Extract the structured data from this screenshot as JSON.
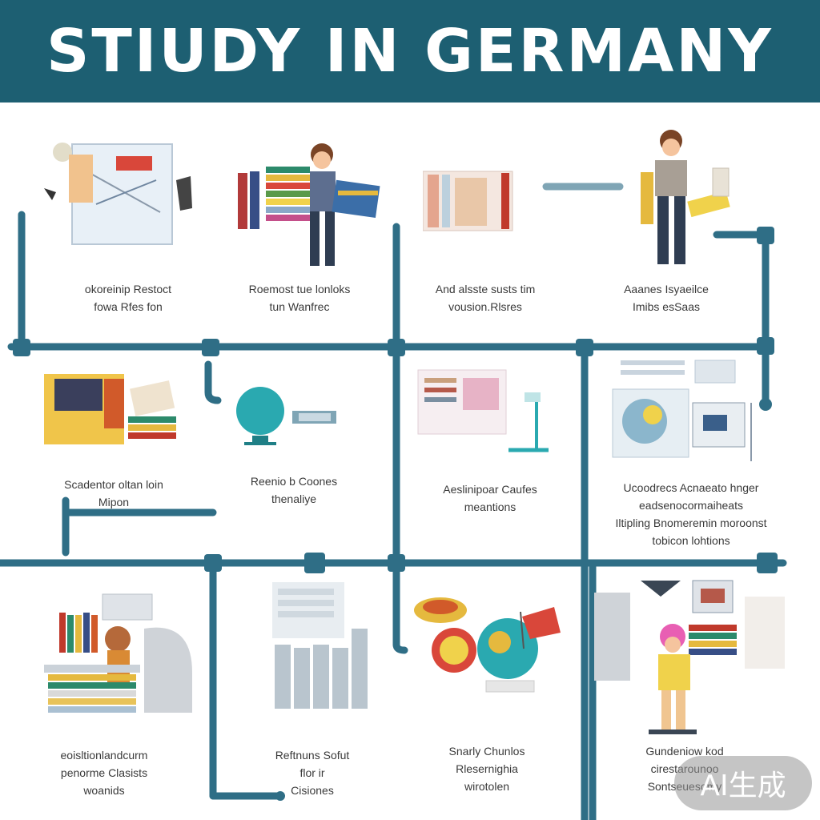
{
  "title": "STIUDY IN GERMANY",
  "captions": [
    {
      "id": "c1",
      "lines": [
        "okoreinip Restoct",
        "fowa Rfes fon"
      ]
    },
    {
      "id": "c2",
      "lines": [
        "Roemost tue lonloks",
        "tun Wanfrec"
      ]
    },
    {
      "id": "c3",
      "lines": [
        "And alsste susts tim",
        "vousion.Rlsres"
      ]
    },
    {
      "id": "c4",
      "lines": [
        "Aaanes Isyaeilce",
        "Imibs esSaas"
      ]
    },
    {
      "id": "c5",
      "lines": [
        "Scadentor oltan loin",
        "Mipon"
      ]
    },
    {
      "id": "c6",
      "lines": [
        "Reenio b Coones",
        "thenaliye"
      ]
    },
    {
      "id": "c7",
      "lines": [
        "Aeslinipoar Caufes",
        "meantions"
      ]
    },
    {
      "id": "c8",
      "lines": [
        "Ucoodrecs Acnaeato hnger",
        "eadsenocormaiheats",
        "Iltipling Bnomeremin moroonst",
        "tobicon lohtions"
      ]
    },
    {
      "id": "c9",
      "lines": [
        "eoisltionlandcurm",
        "penorme Clasists",
        "woanids"
      ]
    },
    {
      "id": "c10",
      "lines": [
        "Reftnuns Sofut",
        "flor ir",
        "Cisiones"
      ]
    },
    {
      "id": "c11",
      "lines": [
        "Snarly Chunlos",
        "Rlesernighia",
        "wirotolen"
      ]
    },
    {
      "id": "c12",
      "lines": [
        "Gundeniow kod",
        "cirestarounoo",
        "Sontseuesomy"
      ]
    }
  ],
  "watermark": "AI生成",
  "colors": {
    "banner": "#1d5f72",
    "pipe": "#2f6e86",
    "pipe_light": "#7fa5b5"
  }
}
